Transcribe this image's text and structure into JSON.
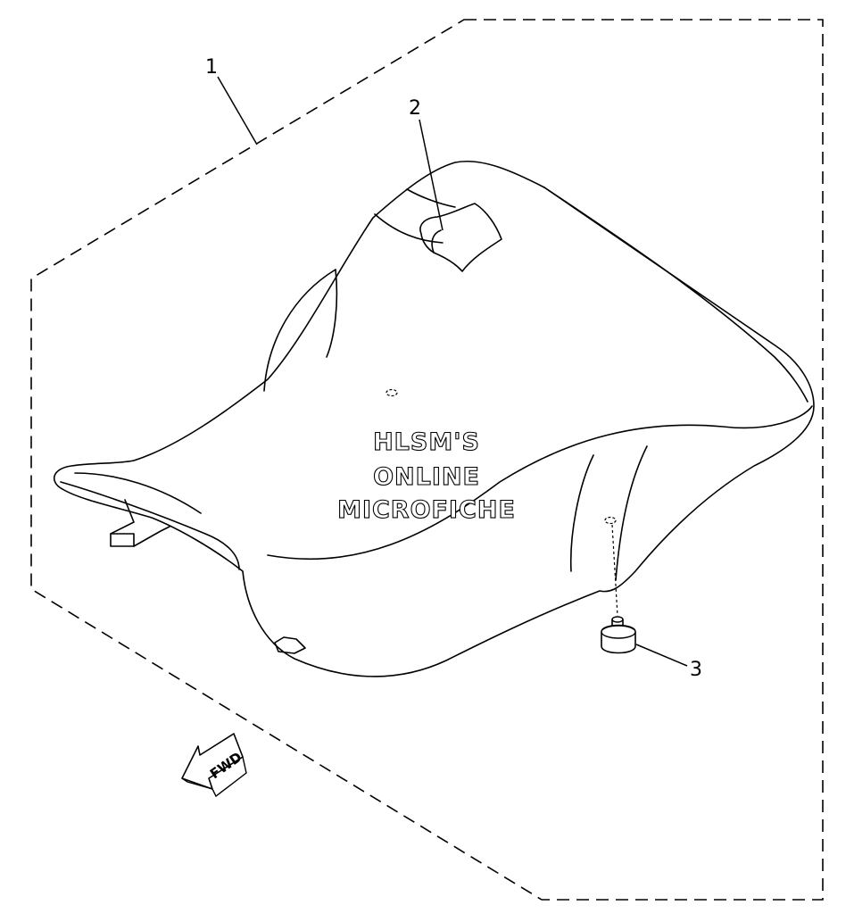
{
  "callouts": [
    {
      "id": "1",
      "label": "1"
    },
    {
      "id": "2",
      "label": "2"
    },
    {
      "id": "3",
      "label": "3"
    }
  ],
  "watermark": {
    "line1": "HLSM'S",
    "line2": "ONLINE",
    "line3": "MICROFICHE"
  },
  "direction_arrow": {
    "label": "FWD",
    "icon": "fwd-arrow-icon"
  }
}
